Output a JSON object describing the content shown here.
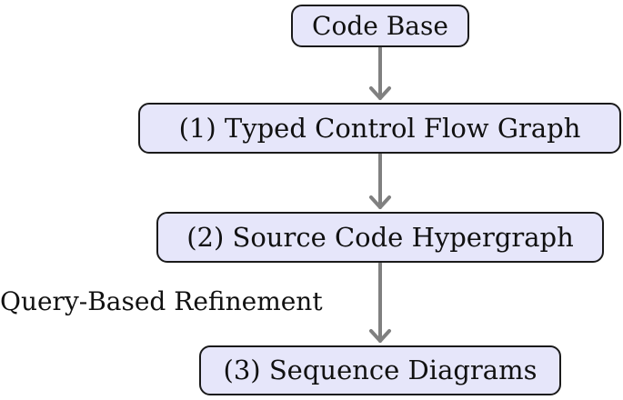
{
  "diagram": {
    "nodes": [
      {
        "id": "code-base",
        "label": "Code Base"
      },
      {
        "id": "tcfg",
        "label": "(1) Typed Control Flow Graph"
      },
      {
        "id": "sch",
        "label": "(2) Source Code Hypergraph"
      },
      {
        "id": "sd",
        "label": "(3) Sequence Diagrams"
      }
    ],
    "edges": [
      {
        "from": "code-base",
        "to": "tcfg",
        "label": ""
      },
      {
        "from": "tcfg",
        "to": "sch",
        "label": ""
      },
      {
        "from": "sch",
        "to": "sd",
        "label": "Query-Based Refinement"
      }
    ],
    "colors": {
      "node_fill": "#e6e6fa",
      "node_border": "#1a1a1a",
      "arrow": "#808080"
    }
  }
}
